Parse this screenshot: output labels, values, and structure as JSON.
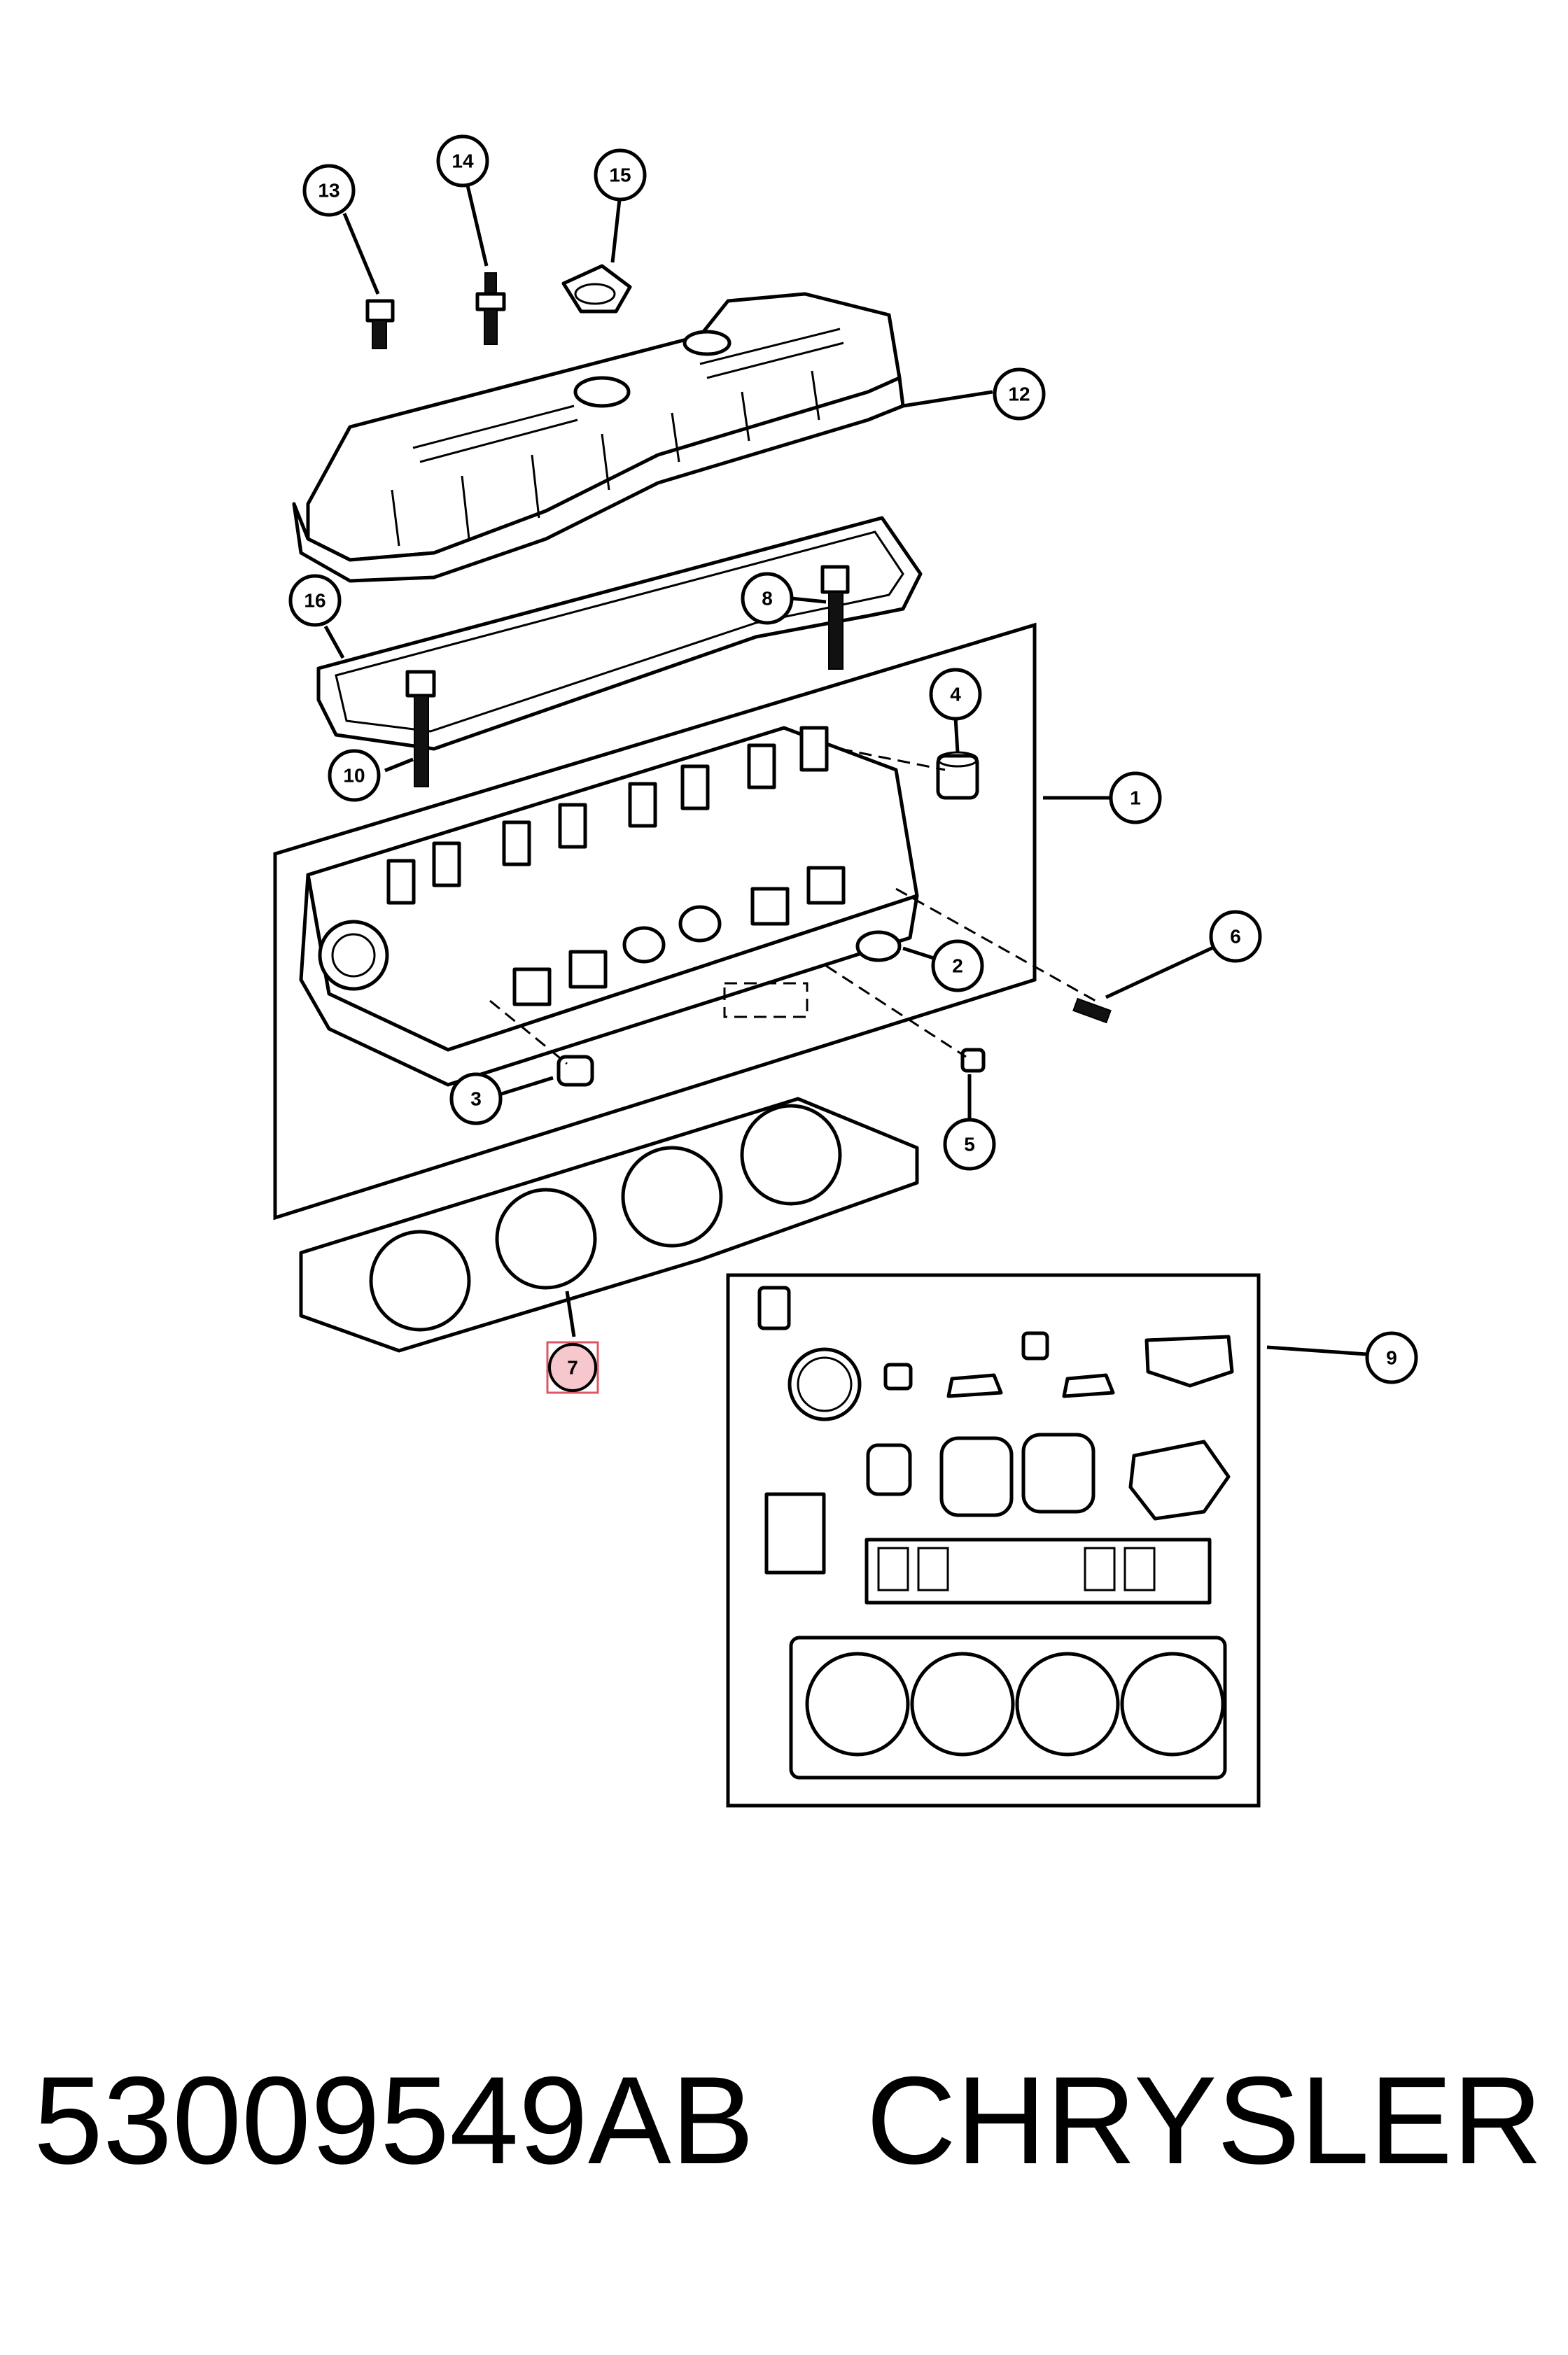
{
  "callouts": [
    {
      "label": "1"
    },
    {
      "label": "2"
    },
    {
      "label": "3"
    },
    {
      "label": "4"
    },
    {
      "label": "5"
    },
    {
      "label": "6"
    },
    {
      "label": "7",
      "highlight": "#e05565"
    },
    {
      "label": "8"
    },
    {
      "label": "9"
    },
    {
      "label": "10"
    },
    {
      "label": "12"
    },
    {
      "label": "13"
    },
    {
      "label": "14"
    },
    {
      "label": "15"
    },
    {
      "label": "16"
    }
  ],
  "footer": {
    "part_number": "53009549AB",
    "brand": "CHRYSLER"
  }
}
